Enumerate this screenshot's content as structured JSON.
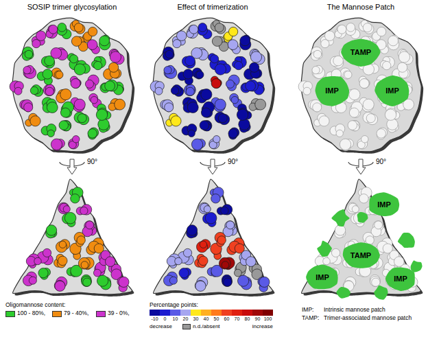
{
  "diagram": {
    "nodes": [
      {
        "text": [
          "IMP"
        ]
      },
      {
        "text": [
          "TAMP"
        ]
      },
      {
        "text": [
          "IMP"
        ]
      },
      {
        "text": [
          "IMP"
        ]
      },
      {
        "text": [
          "TAMP"
        ]
      },
      {
        "text": [
          "IMP"
        ]
      },
      {
        "text": [
          "IMP"
        ]
      }
    ],
    "edges": [],
    "labels": [
      "SOSIP trimer glycosylation",
      "Effect of trimerization",
      "The Mannose Patch",
      "90°",
      "90°",
      "90°",
      "Oligomannose content:",
      "Percentage points:",
      "decrease",
      "increase",
      "IMP:",
      "Intrinsic mannose patch",
      "TAMP:",
      "Trimer-associated mannose patch"
    ],
    "legend": [
      {
        "text": "100 - 80%,",
        "color": "#2ecc2e"
      },
      {
        "text": "79 - 40%,",
        "color": "#f08c10"
      },
      {
        "text": "39 - 0%,",
        "color": "#cc33cc"
      },
      {
        "text": "-10",
        "color": "#0a0a9e"
      },
      {
        "text": "0",
        "color": "#1c1cd0"
      },
      {
        "text": "10",
        "color": "#5a5ae6"
      },
      {
        "text": "20",
        "color": "#a6a6f0"
      },
      {
        "text": "30",
        "color": "#ffe81a"
      },
      {
        "text": "40",
        "color": "#ffb020"
      },
      {
        "text": "50",
        "color": "#ff7a1a"
      },
      {
        "text": "60",
        "color": "#f04020"
      },
      {
        "text": "70",
        "color": "#e02010"
      },
      {
        "text": "80",
        "color": "#c80c0c"
      },
      {
        "text": "90",
        "color": "#a00808"
      },
      {
        "text": "100",
        "color": "#800000"
      },
      {
        "text": "n.d./absent",
        "color": "#999999"
      }
    ]
  }
}
